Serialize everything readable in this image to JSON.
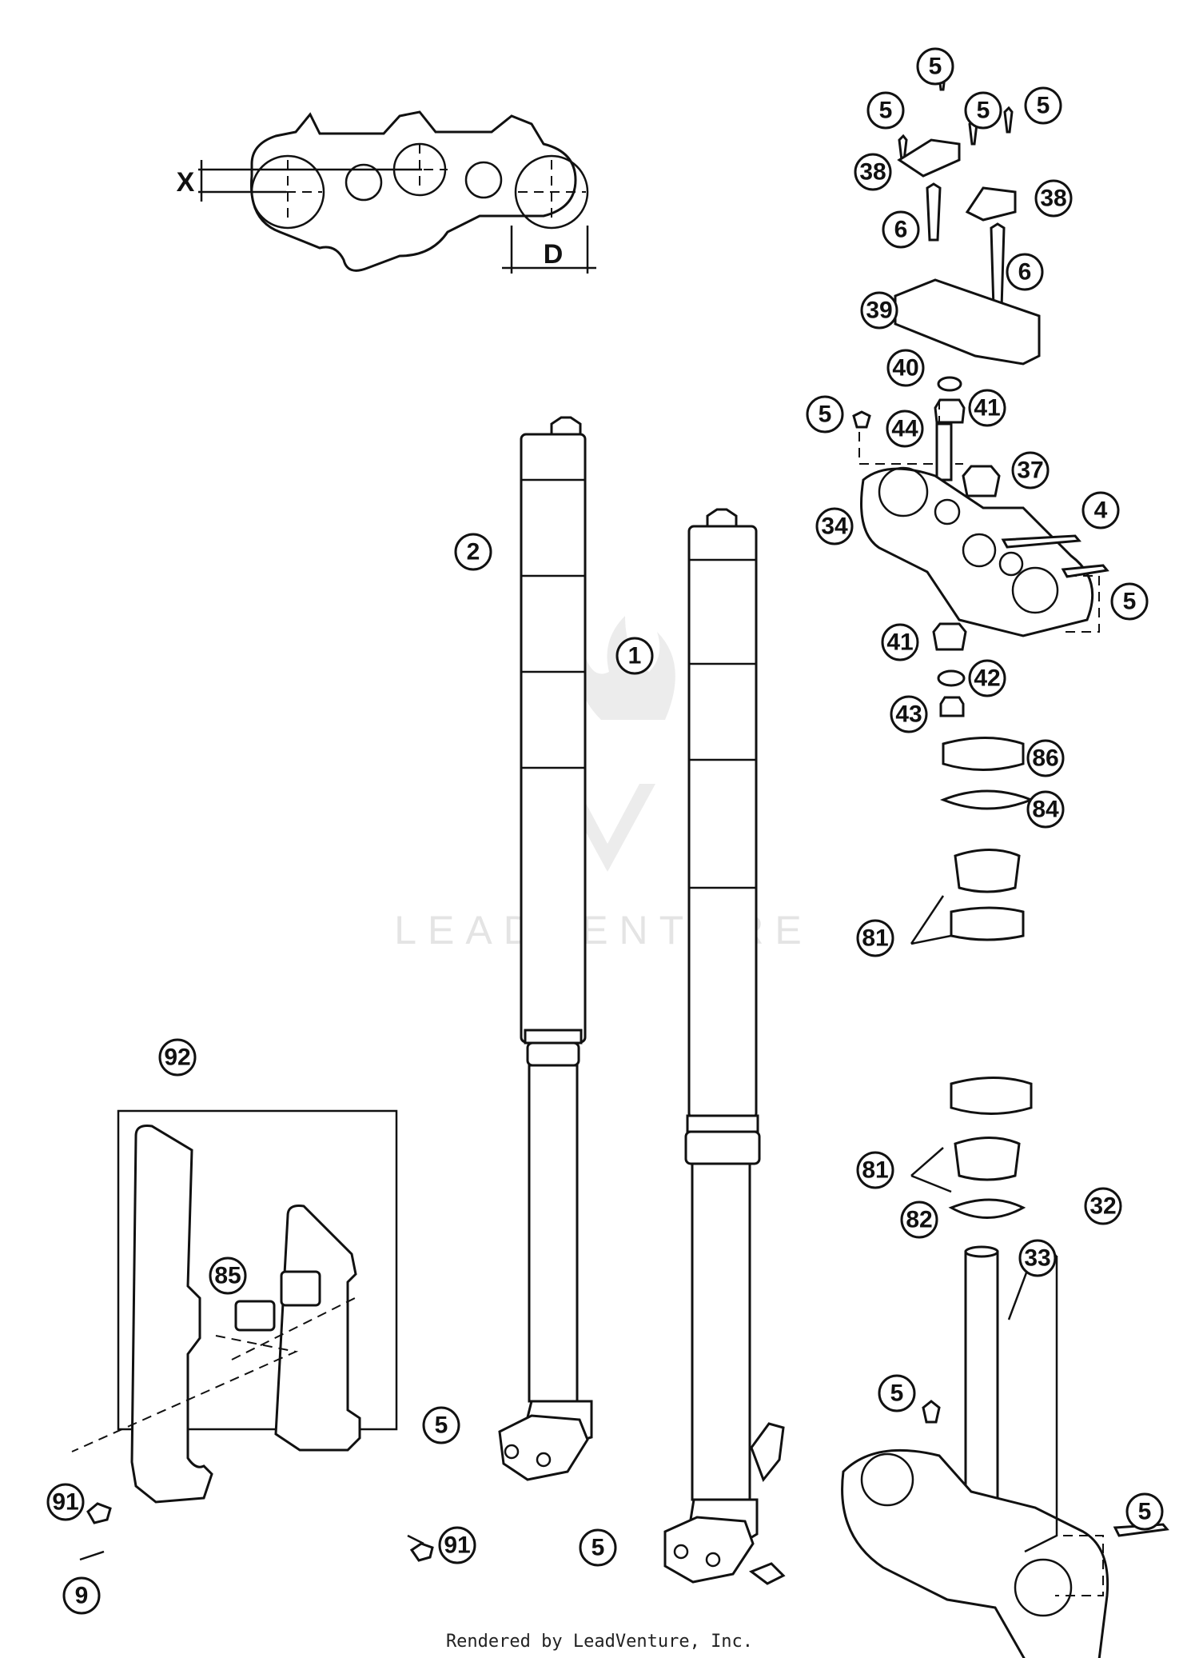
{
  "watermark": "LEADVENTURE",
  "footer": "Rendered by LeadVenture, Inc.",
  "dimension_labels": {
    "x": "X",
    "d": "D"
  },
  "callouts": [
    "5",
    "5",
    "5",
    "5",
    "38",
    "38",
    "6",
    "6",
    "39",
    "40",
    "41",
    "5",
    "44",
    "37",
    "34",
    "4",
    "5",
    "2",
    "1",
    "41",
    "42",
    "43",
    "86",
    "84",
    "81",
    "92",
    "81",
    "82",
    "32",
    "33",
    "85",
    "5",
    "5",
    "5",
    "91",
    "5",
    "9",
    "91"
  ]
}
